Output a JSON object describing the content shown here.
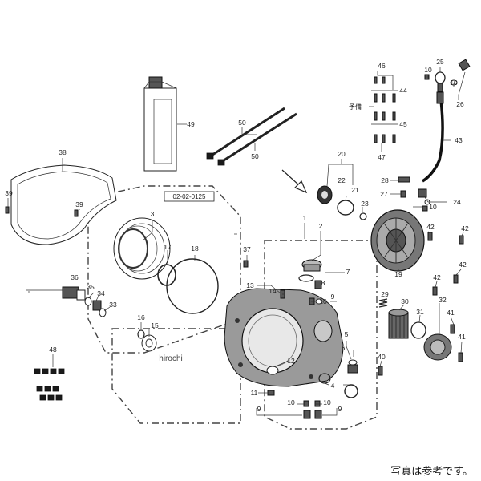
{
  "ref_box": "02-02-0125",
  "reserve_label": "予備",
  "watermark": "hirochi",
  "caption": "写真は参考です。",
  "callouts": [
    "1",
    "2",
    "3",
    "4",
    "5",
    "6",
    "7",
    "8",
    "9",
    "10",
    "11",
    "12",
    "13",
    "14",
    "15",
    "16",
    "17",
    "18",
    "19",
    "20",
    "21",
    "22",
    "23",
    "24",
    "25",
    "26",
    "27",
    "28",
    "29",
    "30",
    "31",
    "32",
    "33",
    "34",
    "35",
    "36",
    "37",
    "38",
    "39",
    "40",
    "41",
    "42",
    "43",
    "44",
    "45",
    "46",
    "47",
    "48",
    "49",
    "50"
  ]
}
